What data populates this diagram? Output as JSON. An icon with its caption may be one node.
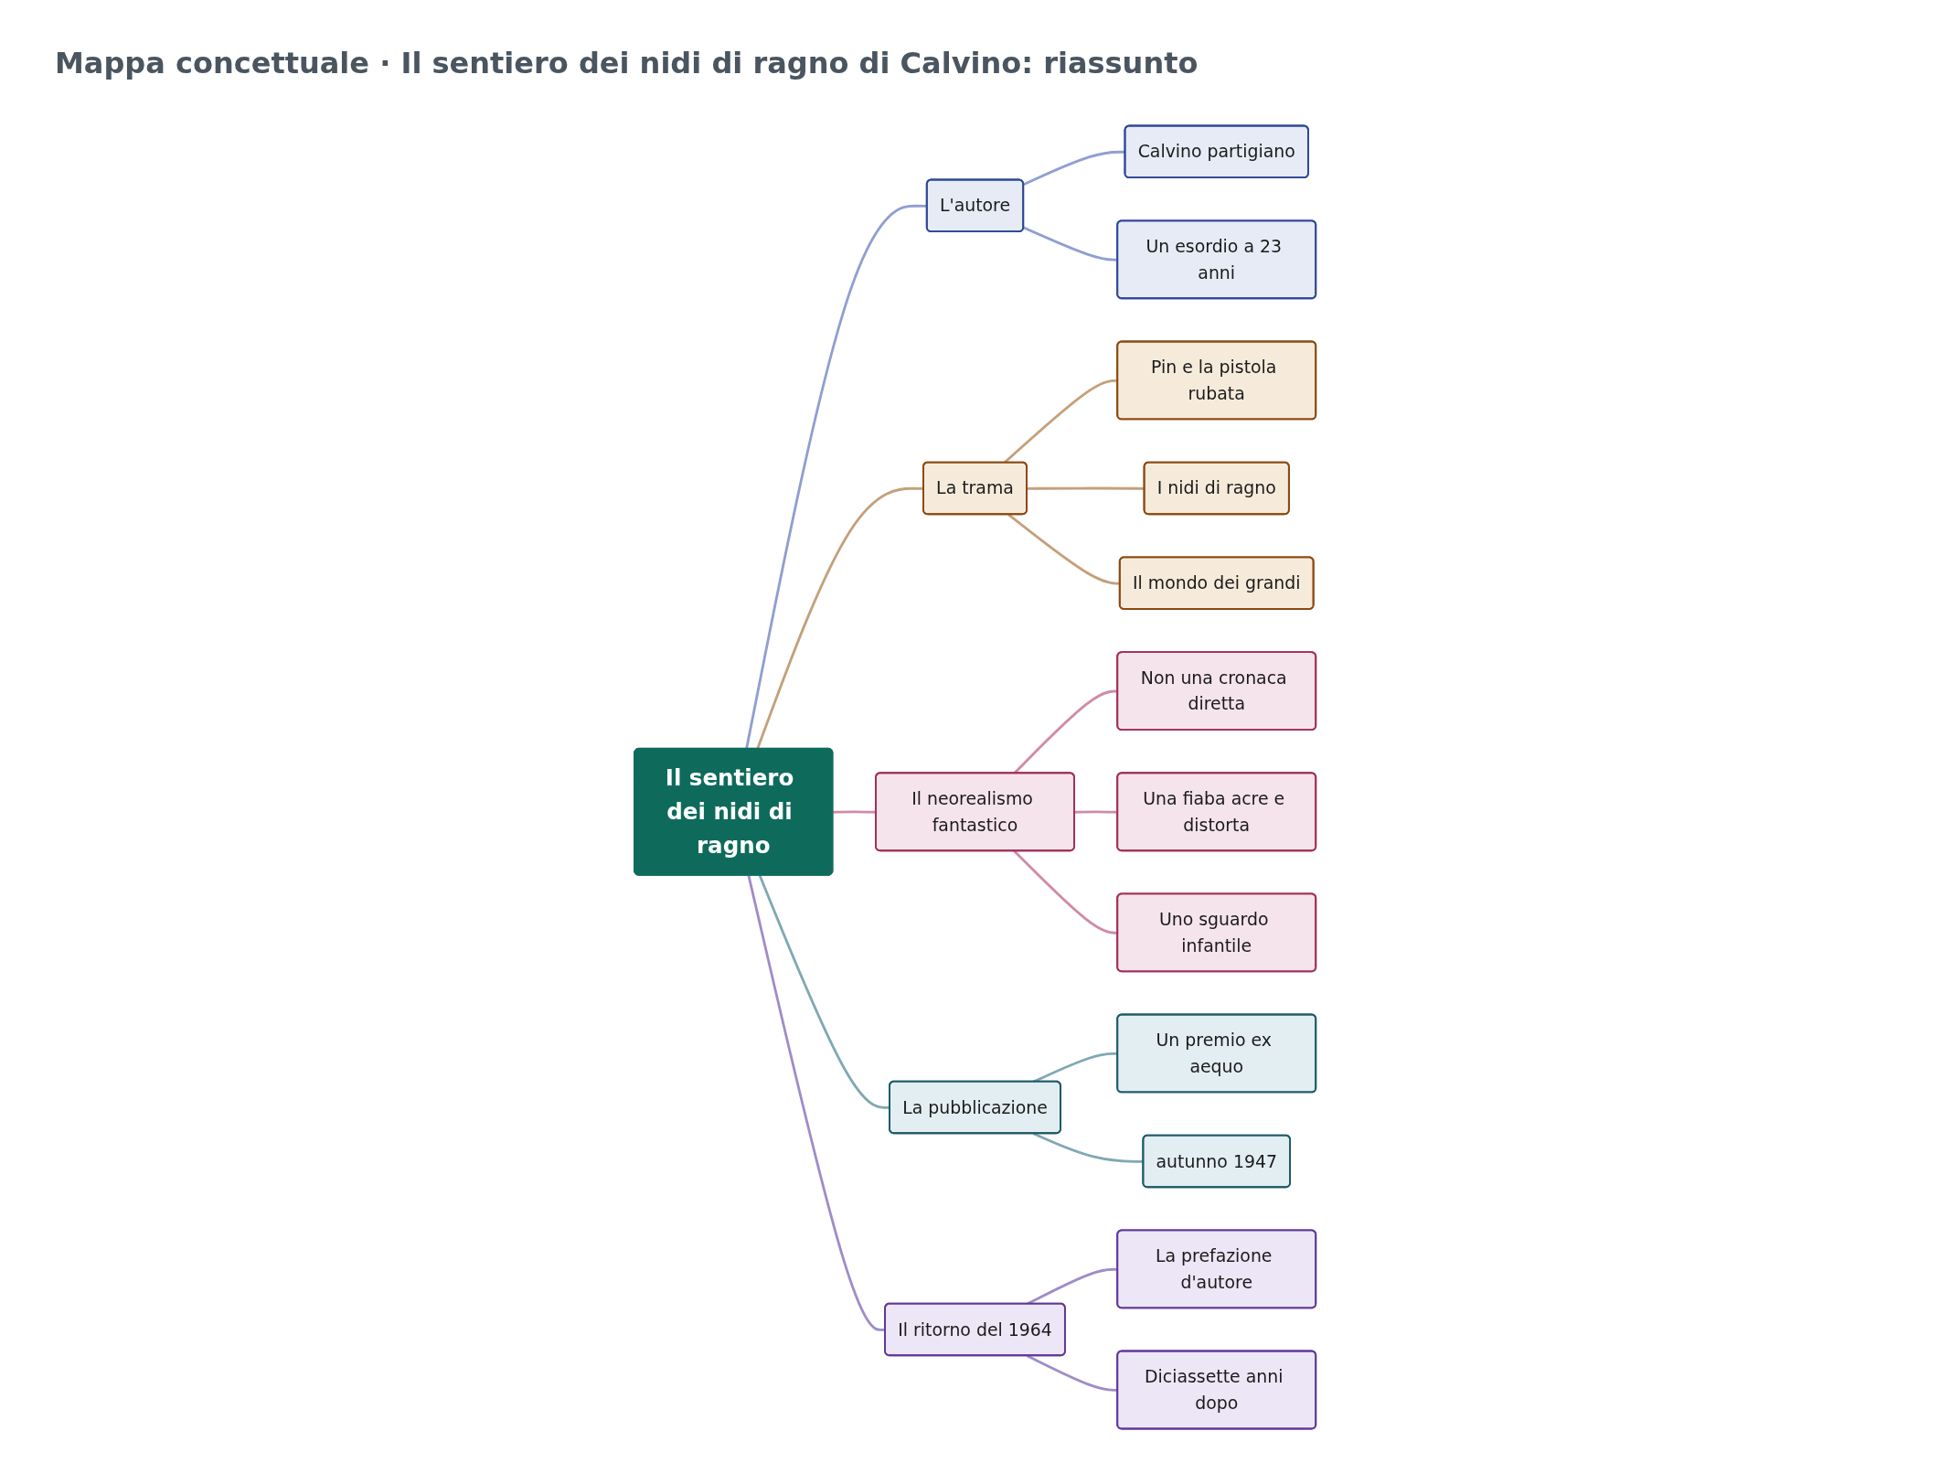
{
  "diagram": {
    "title": "Mappa concettuale · Il sentiero dei nidi di ragno di Calvino: riassunto",
    "nodes": [
      {
        "text": [
          "Il sentiero dei nidi di ragno"
        ]
      },
      {
        "text": [
          "L'autore"
        ]
      },
      {
        "text": [
          "Calvino partigiano"
        ]
      },
      {
        "text": [
          "Un esordio a 23 anni"
        ]
      },
      {
        "text": [
          "La trama"
        ]
      },
      {
        "text": [
          "Pin e la pistola rubata"
        ]
      },
      {
        "text": [
          "I nidi di ragno"
        ]
      },
      {
        "text": [
          "Il mondo dei grandi"
        ]
      },
      {
        "text": [
          "Il neorealismo fantastico"
        ]
      },
      {
        "text": [
          "Non una cronaca diretta"
        ]
      },
      {
        "text": [
          "Una fiaba acre e distorta"
        ]
      },
      {
        "text": [
          "Uno sguardo infantile"
        ]
      },
      {
        "text": [
          "La pubblicazione"
        ]
      },
      {
        "text": [
          "Un premio ex aequo"
        ]
      },
      {
        "text": [
          "autunno 1947"
        ]
      },
      {
        "text": [
          "Il ritorno del 1964"
        ]
      },
      {
        "text": [
          "La prefazione d'autore"
        ]
      },
      {
        "text": [
          "Diciassette anni dopo"
        ]
      }
    ],
    "edges": [
      {
        "from": 0,
        "to": 1,
        "arrow": "none",
        "color": "#8f9fd0"
      },
      {
        "from": 1,
        "to": 2,
        "arrow": "none",
        "color": "#8f9fd0"
      },
      {
        "from": 1,
        "to": 3,
        "arrow": "none",
        "color": "#8f9fd0"
      },
      {
        "from": 0,
        "to": 4,
        "arrow": "none",
        "color": "#c4a07a"
      },
      {
        "from": 4,
        "to": 5,
        "arrow": "none",
        "color": "#c4a07a"
      },
      {
        "from": 4,
        "to": 6,
        "arrow": "none",
        "color": "#c4a07a"
      },
      {
        "from": 4,
        "to": 7,
        "arrow": "none",
        "color": "#c4a07a"
      },
      {
        "from": 0,
        "to": 8,
        "arrow": "none",
        "color": "#d08aa8"
      },
      {
        "from": 8,
        "to": 9,
        "arrow": "none",
        "color": "#d08aa8"
      },
      {
        "from": 8,
        "to": 10,
        "arrow": "none",
        "color": "#d08aa8"
      },
      {
        "from": 8,
        "to": 11,
        "arrow": "none",
        "color": "#d08aa8"
      },
      {
        "from": 0,
        "to": 12,
        "arrow": "none",
        "color": "#7fa8b4"
      },
      {
        "from": 12,
        "to": 13,
        "arrow": "none",
        "color": "#7fa8b4"
      },
      {
        "from": 12,
        "to": 14,
        "arrow": "none",
        "color": "#7fa8b4"
      },
      {
        "from": 0,
        "to": 15,
        "arrow": "none",
        "color": "#a08cc8"
      },
      {
        "from": 15,
        "to": 16,
        "arrow": "none",
        "color": "#a08cc8"
      },
      {
        "from": 15,
        "to": 17,
        "arrow": "none",
        "color": "#a08cc8"
      }
    ]
  }
}
